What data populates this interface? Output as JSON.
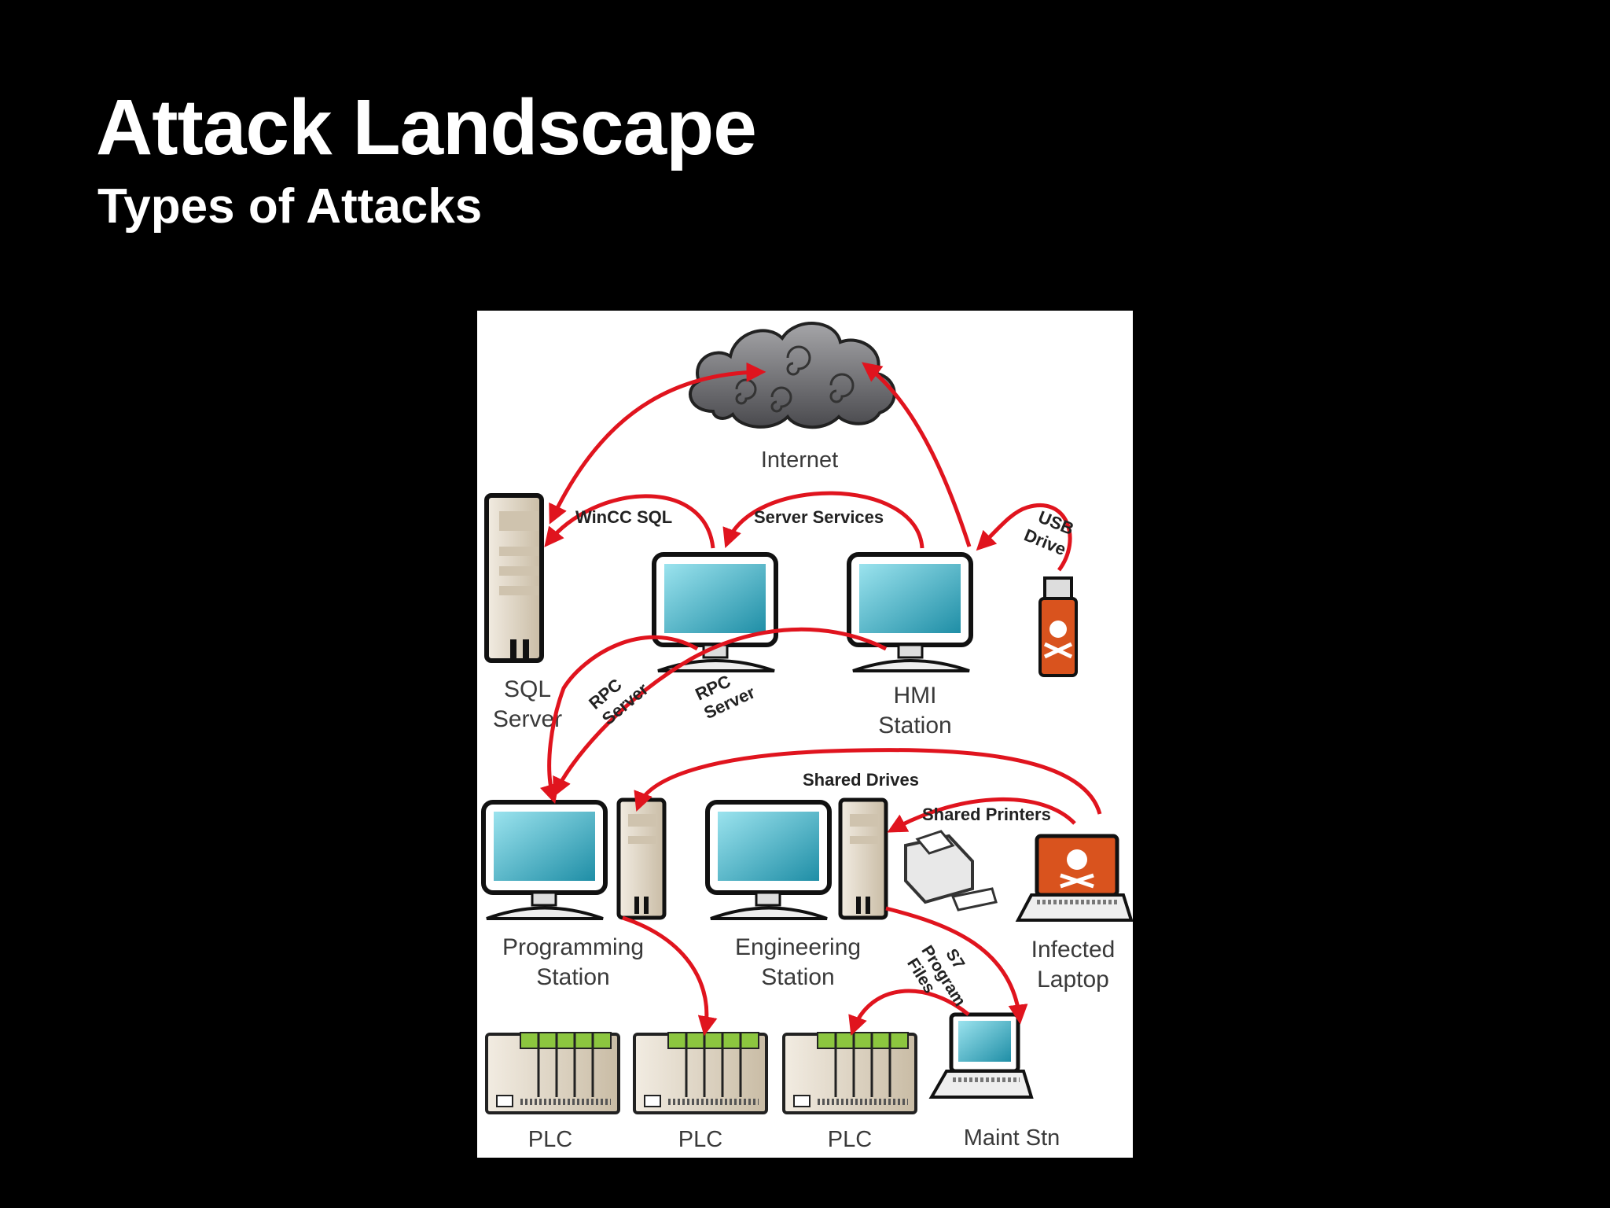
{
  "slide": {
    "title": "Attack Landscape",
    "subtitle": "Types of Attacks"
  },
  "diagram": {
    "nodes": {
      "internet": "Internet",
      "sql_server": [
        "SQL",
        "Server"
      ],
      "hmi_station": [
        "HMI",
        "Station"
      ],
      "programming_station": [
        "Programming",
        "Station"
      ],
      "engineering_station": [
        "Engineering",
        "Station"
      ],
      "infected_laptop": [
        "Infected",
        "Laptop"
      ],
      "plc_1": "PLC",
      "plc_2": "PLC",
      "plc_3": "PLC",
      "maint_stn": "Maint Stn"
    },
    "edges": {
      "wincc_sql": "WinCC SQL",
      "server_services": "Server Services",
      "usb_drive": [
        "USB",
        "Drive"
      ],
      "rpc_server_1": [
        "RPC",
        "Server"
      ],
      "rpc_server_2": [
        "RPC",
        "Server"
      ],
      "shared_drives": "Shared Drives",
      "shared_printers": "Shared Printers",
      "s7_program_files": [
        "S7",
        "Program",
        "Files"
      ]
    },
    "colors": {
      "attack_path": "#e0141e",
      "screen": "#3fb3c9",
      "plc_module": "#8cc63f",
      "usb_body": "#d9531e"
    }
  }
}
